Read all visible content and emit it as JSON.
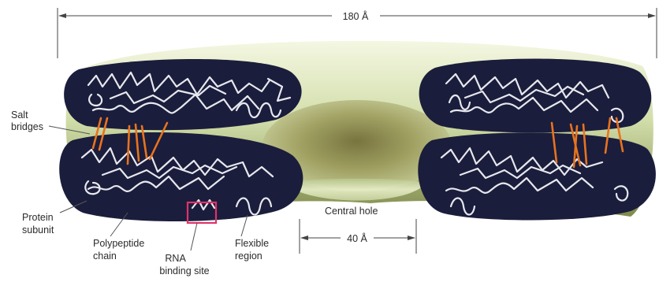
{
  "dimensions": {
    "outer_width": "180 Å",
    "hole_width": "40 Å"
  },
  "labels": {
    "salt_bridges": [
      "Salt",
      "bridges"
    ],
    "protein_subunit": [
      "Protein",
      "subunit"
    ],
    "polypeptide_chain": [
      "Polypeptide",
      "chain"
    ],
    "rna_binding_site": [
      "RNA",
      "binding site"
    ],
    "flexible_region": [
      "Flexible",
      "region"
    ],
    "central_hole": "Central hole"
  },
  "colors": {
    "subunit_fill": "#1b1d3c",
    "chain": "#e6e8ee",
    "salt_bridge": "#e8731e",
    "rna_site_box": "#e0336a",
    "disk_light": "#e9f0c6",
    "disk_mid": "#b9c98a",
    "disk_dark": "#4f5a2c"
  }
}
